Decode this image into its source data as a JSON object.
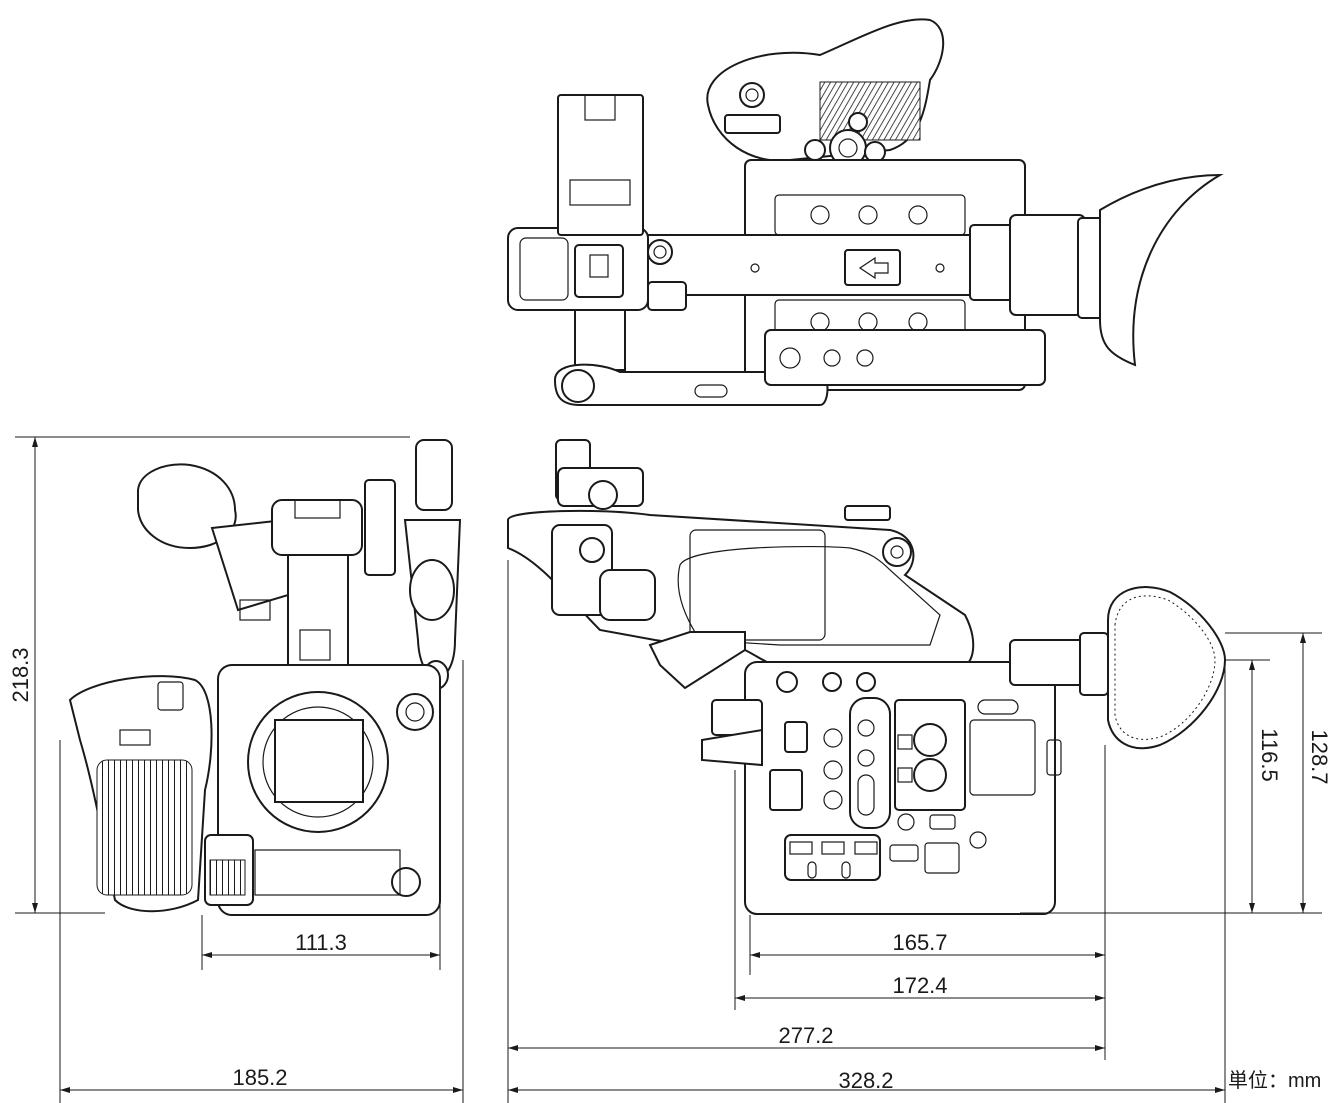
{
  "unit_label": "単位：mm",
  "dimensions": {
    "front_height": "218.3",
    "front_body_width": "111.3",
    "front_total_width": "185.2",
    "side_a": "165.7",
    "side_b": "172.4",
    "side_c": "277.2",
    "side_total": "328.2",
    "side_height_inner": "116.5",
    "side_height_outer": "128.7"
  },
  "colors": {
    "ink": "#1a1a1a",
    "fill": "#ffffff",
    "grip_texture": "#555555"
  }
}
